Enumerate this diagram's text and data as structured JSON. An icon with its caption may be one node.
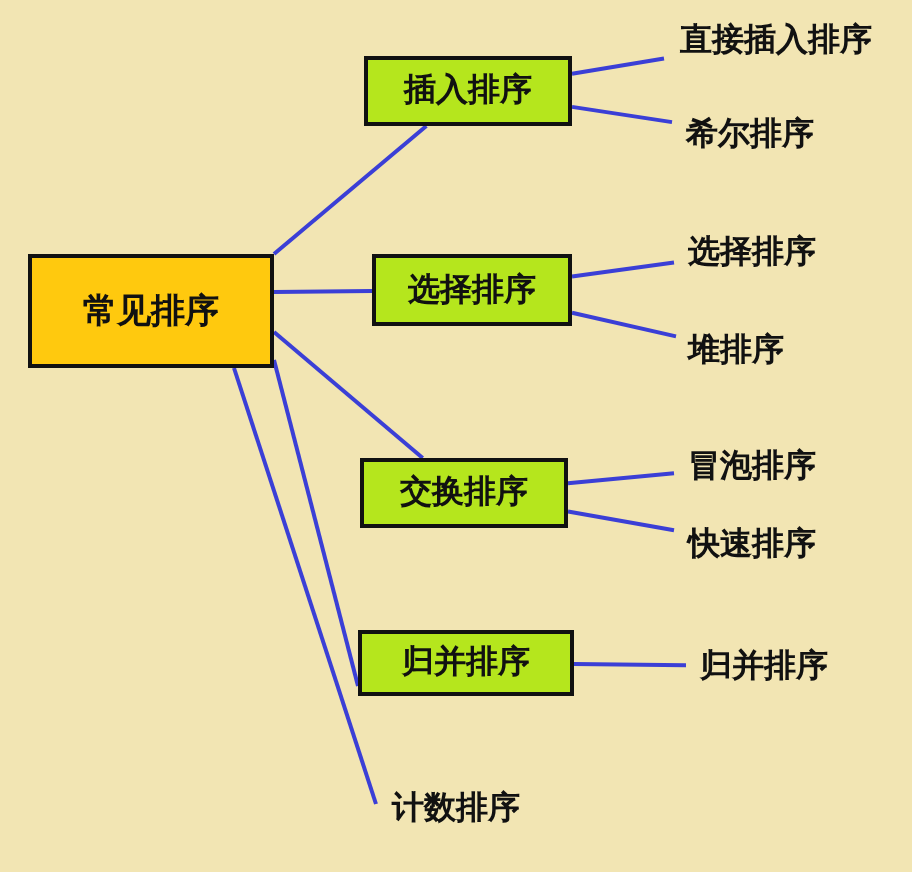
{
  "diagram": {
    "nodes": [
      {
        "text": [
          "常见排序"
        ]
      },
      {
        "text": [
          "插入排序"
        ]
      },
      {
        "text": [
          "直接插入排序"
        ]
      },
      {
        "text": [
          "希尔排序"
        ]
      },
      {
        "text": [
          "选择排序"
        ]
      },
      {
        "text": [
          "选择排序"
        ]
      },
      {
        "text": [
          "堆排序"
        ]
      },
      {
        "text": [
          "交换排序"
        ]
      },
      {
        "text": [
          "冒泡排序"
        ]
      },
      {
        "text": [
          "快速排序"
        ]
      },
      {
        "text": [
          "归并排序"
        ]
      },
      {
        "text": [
          "归并排序"
        ]
      },
      {
        "text": [
          "计数排序"
        ]
      }
    ],
    "edges": [
      {
        "from": 0,
        "to": 1,
        "arrow": "none"
      },
      {
        "from": 0,
        "to": 4,
        "arrow": "none"
      },
      {
        "from": 0,
        "to": 7,
        "arrow": "none"
      },
      {
        "from": 0,
        "to": 10,
        "arrow": "none"
      },
      {
        "from": 0,
        "to": 12,
        "arrow": "none"
      },
      {
        "from": 1,
        "to": 2,
        "arrow": "none"
      },
      {
        "from": 1,
        "to": 3,
        "arrow": "none"
      },
      {
        "from": 4,
        "to": 5,
        "arrow": "none"
      },
      {
        "from": 4,
        "to": 6,
        "arrow": "none"
      },
      {
        "from": 7,
        "to": 8,
        "arrow": "none"
      },
      {
        "from": 7,
        "to": 9,
        "arrow": "none"
      },
      {
        "from": 10,
        "to": 11,
        "arrow": "none"
      }
    ]
  }
}
